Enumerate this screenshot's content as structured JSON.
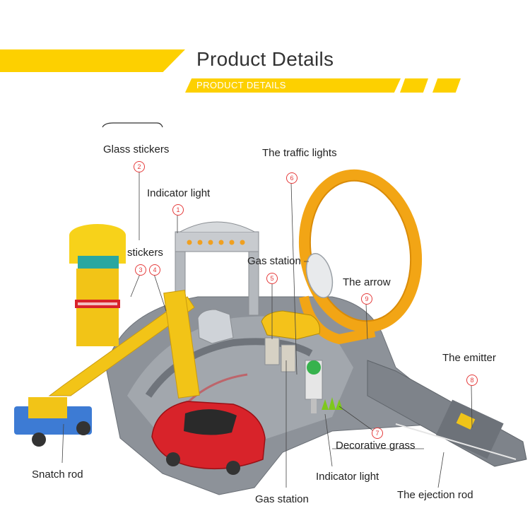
{
  "header": {
    "title": "Product Details",
    "subtitle": "PRODUCT DETAILS",
    "accent_color": "#fdd000"
  },
  "callouts": {
    "glass_stickers": "Glass stickers",
    "indicator_light_top": "Indicator light",
    "stickers": "stickers",
    "traffic_lights": "The traffic lights",
    "gas_station_top": "Gas station",
    "the_arrow": "The arrow",
    "the_emitter": "The emitter",
    "decorative_grass": "Decorative grass",
    "indicator_light_bottom": "Indicator light",
    "snatch_rod": "Snatch rod",
    "gas_station_bottom": "Gas station",
    "ejection_rod": "The ejection rod"
  },
  "numbers": {
    "n1": "1",
    "n2": "2",
    "n3": "3",
    "n4": "4",
    "n5": "5",
    "n6": "6",
    "n7": "7",
    "n8": "8",
    "n9": "9"
  },
  "colors": {
    "track_gray": "#8d9299",
    "loop_orange": "#f2a515",
    "tower_yellow": "#f7d21a",
    "car_red": "#d8232a",
    "callout_red": "#e53b3b"
  }
}
